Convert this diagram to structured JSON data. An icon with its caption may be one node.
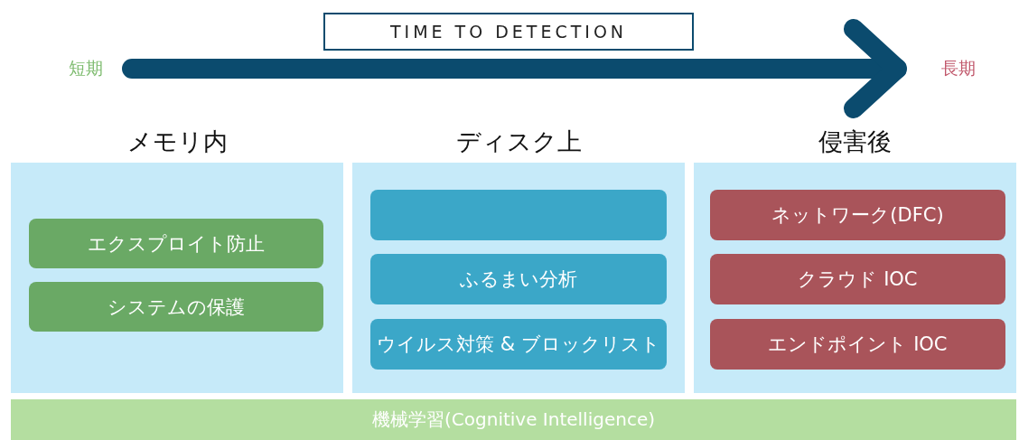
{
  "diagram": {
    "nodes": [
      {
        "text": [
          "TIME TO DETECTION"
        ]
      },
      {
        "text": [
          "短期"
        ]
      },
      {
        "text": [
          "長期"
        ]
      },
      {
        "text": [
          "メモリ内"
        ]
      },
      {
        "text": [
          "エクスプロイト防止"
        ],
        "in": 3
      },
      {
        "text": [
          "システムの保護"
        ],
        "in": 3
      },
      {
        "text": [
          "ディスク上"
        ]
      },
      {
        "text": [],
        "shape": "box",
        "in": 6
      },
      {
        "text": [
          "ふるまい分析"
        ],
        "in": 6
      },
      {
        "text": [
          "ウイルス対策 & ブロックリスト"
        ],
        "in": 6
      },
      {
        "text": [
          "侵害後"
        ]
      },
      {
        "text": [
          "ネットワーク(DFC)"
        ],
        "in": 10
      },
      {
        "text": [
          "クラウド IOC"
        ],
        "in": 10
      },
      {
        "text": [
          "エンドポイント IOC"
        ],
        "in": 10
      },
      {
        "text": [
          "機械学習(Cognitive Intelligence)"
        ]
      }
    ],
    "edges": [
      {
        "from": 1,
        "to": 2,
        "arrow": "to",
        "color": "#0b4b6e"
      }
    ]
  }
}
